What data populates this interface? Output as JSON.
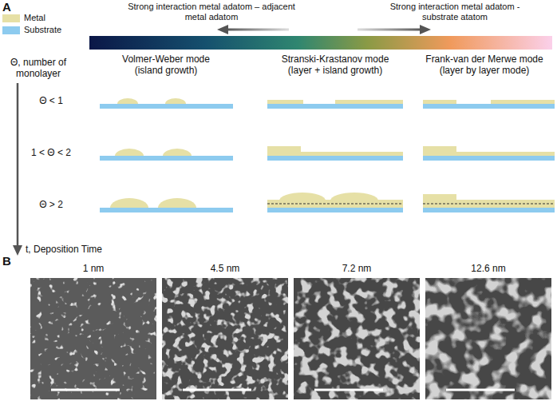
{
  "diagram": {
    "labels": [
      "A",
      "Strong interaction metal adatom – adjacent metal adatom",
      "Strong interaction metal adatom - substrate atatom",
      "Θ, number of monolayer",
      "Volmer-Weber mode (island growth)",
      "Stranski-Krastanov mode (layer + island growth)",
      "Frank-van der Merwe mode (layer by layer mode)",
      "Θ < 1",
      "1 < Θ < 2",
      "Θ > 2",
      "t, Deposition Time",
      "B",
      "1 nm",
      "4.5 nm",
      "7.2 nm",
      "12.6 nm"
    ],
    "legend": [
      {
        "text": "Metal",
        "color": "#e6e0a6"
      },
      {
        "text": "Substrate",
        "color": "#8dcbef"
      }
    ]
  }
}
